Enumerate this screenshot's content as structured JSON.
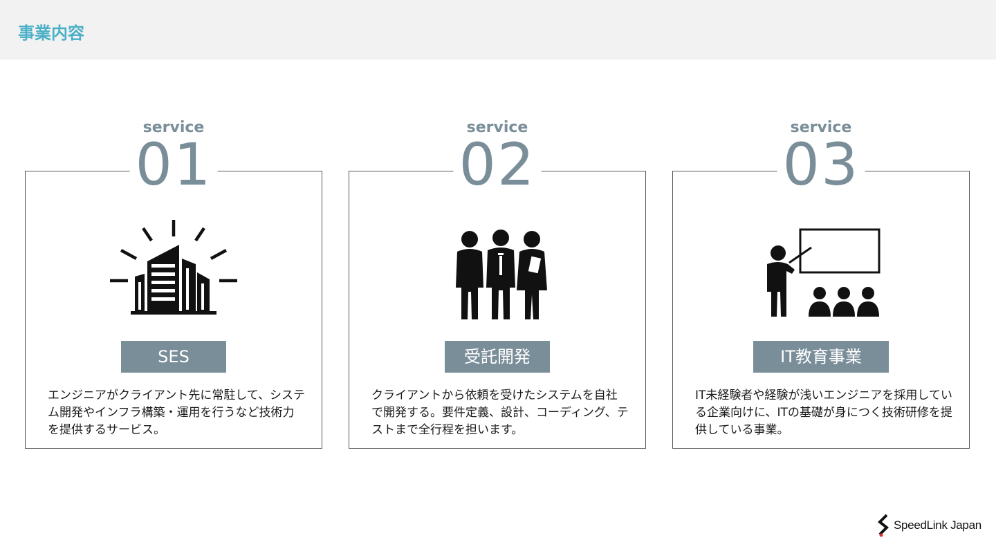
{
  "header": {
    "title": "事業内容"
  },
  "services": [
    {
      "label": "service",
      "number": "01",
      "name": "SES",
      "description": "エンジニアがクライアント先に常駐して、システム開発やインフラ構築・運用を行うなど技術力を提供するサービス。",
      "icon": "building-icon"
    },
    {
      "label": "service",
      "number": "02",
      "name": "受託開発",
      "description": "クライアントから依頼を受けたシステムを自社で開発する。要件定義、設計、コーディング、テストまで全行程を担います。",
      "icon": "team-icon"
    },
    {
      "label": "service",
      "number": "03",
      "name": "IT教育事業",
      "description": "IT未経験者や経験が浅いエンジニアを採用している企業向けに、ITの基礎が身につく技術研修を提供している事業。",
      "icon": "teacher-class-icon"
    }
  ],
  "footer": {
    "logo_text": "SpeedLink Japan"
  },
  "colors": {
    "accent": "#4bb0c8",
    "gray": "#7a8e99",
    "header_bg": "#f2f2f2"
  }
}
